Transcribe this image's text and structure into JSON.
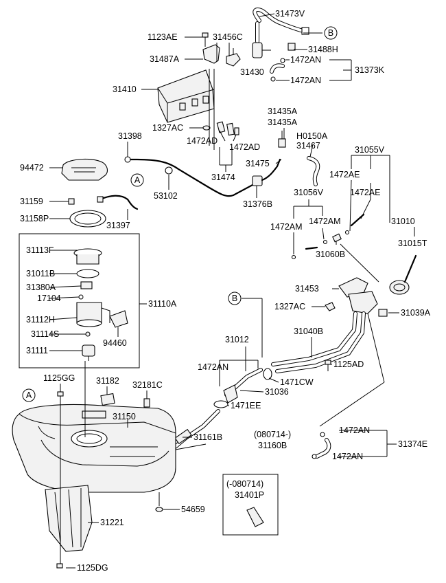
{
  "diagram": {
    "labels": {
      "p31473V": "31473V",
      "p1123AE": "1123AE",
      "p31456C": "31456C",
      "p31488H": "31488H",
      "p31487A": "31487A",
      "p1472AN_a": "1472AN",
      "p31373K": "31373K",
      "p31430": "31430",
      "p31410": "31410",
      "p1472AN_b": "1472AN",
      "p31435A_a": "31435A",
      "p31435A_b": "31435A",
      "p1327AC_a": "1327AC",
      "pH0150A": "H0150A",
      "p1472AD_a": "1472AD",
      "p1472AD_b": "1472AD",
      "p31467": "31467",
      "p31398": "31398",
      "p31055V": "31055V",
      "p31475": "31475",
      "p94472": "94472",
      "p31474": "31474",
      "p1472AE_a": "1472AE",
      "p31056V": "31056V",
      "p1472AE_b": "1472AE",
      "p53102": "53102",
      "p31159": "31159",
      "p31376B": "31376B",
      "p31158P": "31158P",
      "p31397": "31397",
      "p1472AM_a": "1472AM",
      "p1472AM_b": "1472AM",
      "p31010": "31010",
      "p31015T": "31015T",
      "p31113F": "31113F",
      "p31060B": "31060B",
      "p31011B": "31011B",
      "p31380A": "31380A",
      "p31453": "31453",
      "p17104": "17104",
      "p31110A": "31110A",
      "p1327AC_b": "1327AC",
      "p31039A": "31039A",
      "p31112H": "31112H",
      "p31040B": "31040B",
      "p31114S": "31114S",
      "p94460": "94460",
      "p31012": "31012",
      "p31111": "31111",
      "p1125AD": "1125AD",
      "p1472AN_c": "1472AN",
      "p1471CW": "1471CW",
      "p1125GG": "1125GG",
      "p31182": "31182",
      "p32181C": "32181C",
      "p31036": "31036",
      "p1471EE": "1471EE",
      "p31150": "31150",
      "p1472AN_d": "1472AN",
      "p31161B": "31161B",
      "p080714": "(080714-)",
      "p31160B": "31160B",
      "p31374E": "31374E",
      "p1472AN_e": "1472AN",
      "p54659": "54659",
      "p_080714": "(-080714)",
      "p31401P": "31401P",
      "p31221": "31221",
      "p1125DG": "1125DG"
    },
    "connectors": {
      "A": "A",
      "B": "B"
    }
  }
}
